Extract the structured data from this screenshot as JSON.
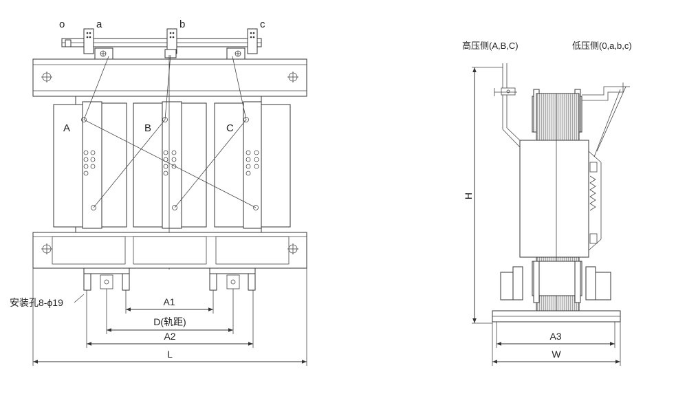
{
  "front_view": {
    "terminal_labels": [
      "o",
      "a",
      "b",
      "c"
    ],
    "phase_labels": [
      "A",
      "B",
      "C"
    ],
    "mounting_hole_label": "安装孔8-ϕ19",
    "dimensions": {
      "a1": "A1",
      "d": "D(轨距)",
      "a2": "A2",
      "l": "L"
    }
  },
  "side_view": {
    "high_voltage_label": "高压侧(A,B,C)",
    "low_voltage_label": "低压侧(0,a,b,c)",
    "dimensions": {
      "h": "H",
      "a3": "A3",
      "w": "W"
    }
  }
}
